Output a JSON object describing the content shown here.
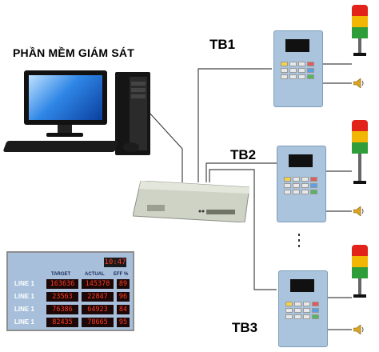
{
  "diagram": {
    "title": "PHẦN MỀM GIÁM SÁT",
    "stations": [
      {
        "label": "TB1"
      },
      {
        "label": "TB2"
      },
      {
        "label": "TB3"
      }
    ],
    "board": {
      "clock": "10:47",
      "headers": {
        "target": "TARGET",
        "actual": "ACTUAL",
        "eff": "EFF %"
      },
      "rows": [
        {
          "line": "LINE 1",
          "target": "163636",
          "actual": "145378",
          "eff": "89"
        },
        {
          "line": "LINE 1",
          "target": "23563",
          "actual": "22847",
          "eff": "96"
        },
        {
          "line": "LINE 1",
          "target": "76386",
          "actual": "64923",
          "eff": "84"
        },
        {
          "line": "LINE 1",
          "target": "82435",
          "actual": "78665",
          "eff": "95"
        }
      ]
    },
    "colors": {
      "wire": "#444444",
      "device_body": "#a9c4dc",
      "lamp_red": "#e2231a",
      "lamp_yellow": "#f2b705",
      "lamp_green": "#2e9d3a",
      "board_bg": "#a7bfda",
      "led_digit": "#ff3a26"
    },
    "icons": [
      "computer-monitor-icon",
      "pc-tower-icon",
      "keyboard-icon",
      "mouse-icon",
      "network-hub-icon",
      "terminal-device-icon",
      "signal-tower-light-icon",
      "buzzer-icon"
    ]
  }
}
